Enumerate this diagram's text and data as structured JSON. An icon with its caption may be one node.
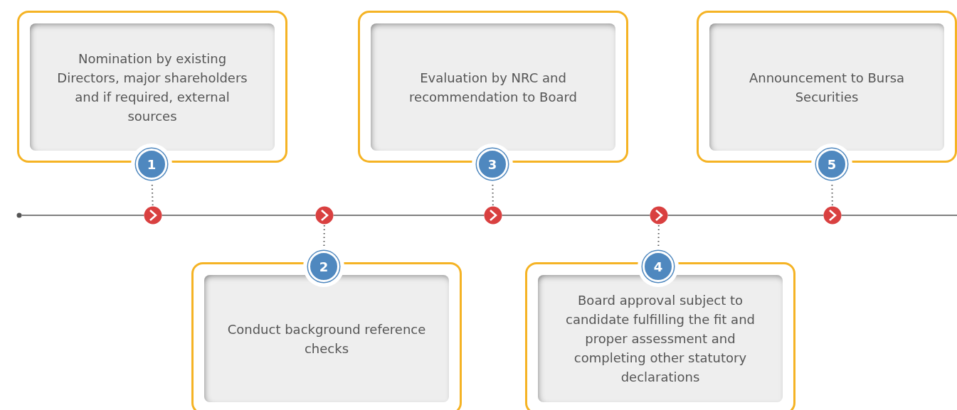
{
  "diagram": {
    "nodes": [
      {
        "text": [
          "Nomination by existing Directors, major shareholders and if required, external sources"
        ]
      },
      {
        "text": [
          "1"
        ]
      },
      {
        "text": [
          "Conduct background reference checks"
        ]
      },
      {
        "text": [
          "2"
        ]
      },
      {
        "text": [
          "Evaluation by NRC and recommendation to Board"
        ]
      },
      {
        "text": [
          "3"
        ]
      },
      {
        "text": [
          "Board approval subject to candidate fulfilling the fit and proper assessment and completing other statutory declarations"
        ]
      },
      {
        "text": [
          "4"
        ]
      },
      {
        "text": [
          "Announcement to Bursa Securities"
        ]
      },
      {
        "text": [
          "5"
        ]
      },
      {
        "text": [],
        "shape": "circle"
      },
      {
        "text": [],
        "shape": "circle"
      },
      {
        "text": [],
        "shape": "circle"
      },
      {
        "text": [],
        "shape": "circle"
      },
      {
        "text": [],
        "shape": "circle"
      },
      {
        "text": [],
        "shape": "circle"
      }
    ],
    "edges": [
      {
        "from": 1,
        "to": 11,
        "arrow": "none",
        "style": "dashed"
      },
      {
        "from": 3,
        "to": 12,
        "arrow": "none",
        "style": "dashed"
      },
      {
        "from": 5,
        "to": 13,
        "arrow": "none",
        "style": "dashed"
      },
      {
        "from": 7,
        "to": 14,
        "arrow": "none",
        "style": "dashed"
      },
      {
        "from": 9,
        "to": 15,
        "arrow": "none",
        "style": "dashed"
      },
      {
        "from": 10,
        "to": 11,
        "arrow": "none"
      },
      {
        "from": 11,
        "to": 12,
        "arrow": "none"
      },
      {
        "from": 12,
        "to": 13,
        "arrow": "none"
      },
      {
        "from": 13,
        "to": 14,
        "arrow": "none"
      },
      {
        "from": 14,
        "to": 15,
        "arrow": "none"
      },
      {
        "from": 15,
        "to": null,
        "arrow": "none"
      }
    ]
  }
}
